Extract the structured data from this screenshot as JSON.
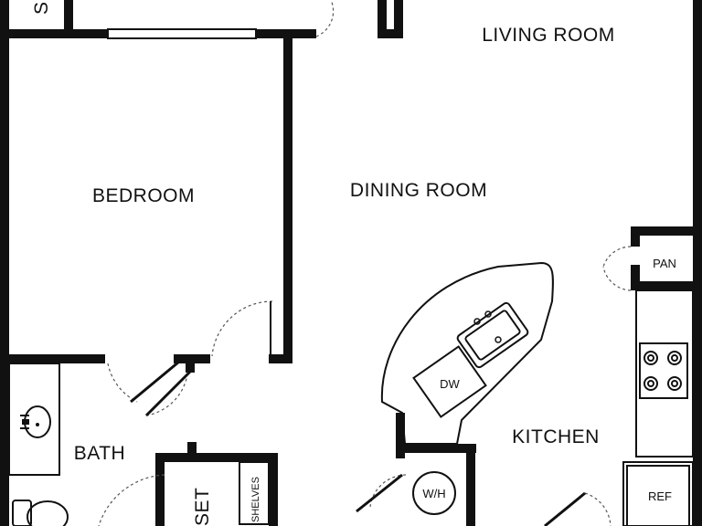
{
  "rooms": {
    "living_room": "LIVING ROOM",
    "dining_room": "DINING ROOM",
    "bedroom": "BEDROOM",
    "bath": "BATH",
    "kitchen": "KITCHEN",
    "closet_partial": "SET",
    "storage_partial": "S"
  },
  "fixtures": {
    "pantry": "PAN",
    "dishwasher": "DW",
    "water_heater": "W/H",
    "refrigerator": "REF",
    "shelves": "SHELVES"
  }
}
